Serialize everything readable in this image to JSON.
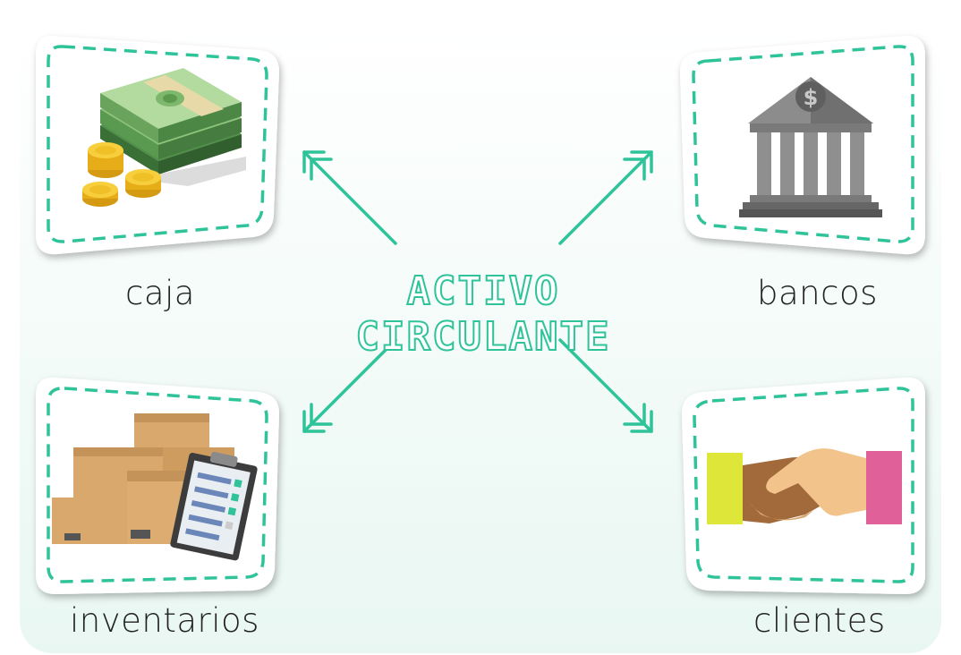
{
  "title": "ACTIVO CIRCULANTE",
  "accent_color": "#2fc39a",
  "cards": [
    {
      "label": "caja",
      "icon": "money-icon"
    },
    {
      "label": "bancos",
      "icon": "bank-icon"
    },
    {
      "label": "inventarios",
      "icon": "boxes-clipboard-icon"
    },
    {
      "label": "clientes",
      "icon": "handshake-icon"
    }
  ]
}
